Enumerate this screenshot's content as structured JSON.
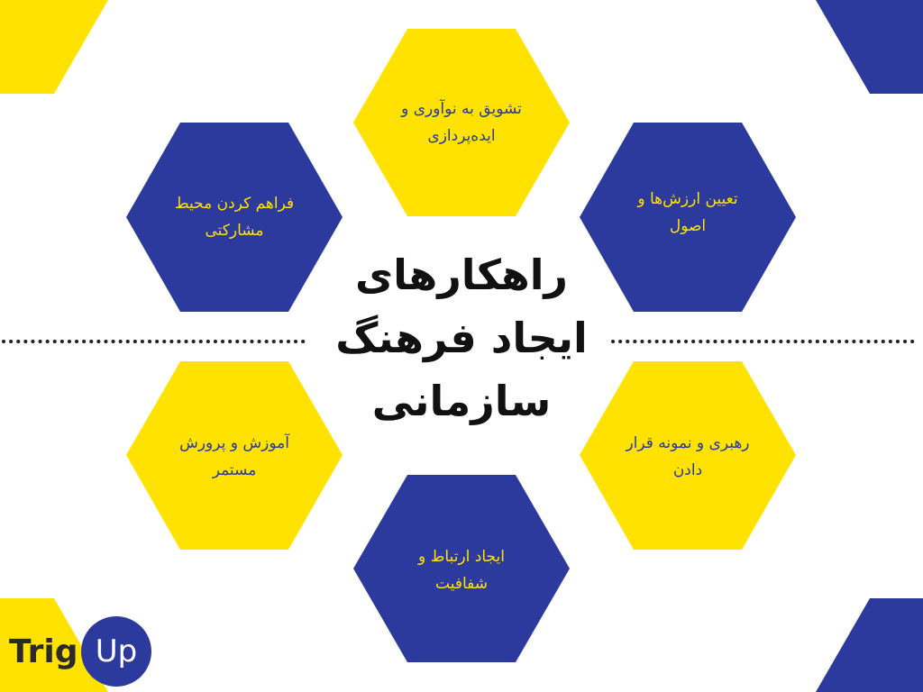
{
  "title_lines": [
    "راهکارهای",
    "ایجاد فرهنگ",
    "سازمانی"
  ],
  "hexagons": [
    {
      "lines": [
        "تشویق به نوآوری و",
        "ایده‌پردازی"
      ]
    },
    {
      "lines": [
        "فراهم کردن محیط",
        "مشارکتی"
      ]
    },
    {
      "lines": [
        "تعیین ارزش‌ها و",
        "اصول"
      ]
    },
    {
      "lines": [
        "آموزش و پرورش",
        "مستمر"
      ]
    },
    {
      "lines": [
        "رهبری و نمونه قرار",
        "دادن"
      ]
    },
    {
      "lines": [
        "ایجاد ارتباط و",
        "شفافیت"
      ]
    }
  ],
  "logo": {
    "text_left": "Trig",
    "text_right": "Up"
  },
  "colors": {
    "yellow": "#ffe200",
    "blue": "#2b3a9c",
    "title": "#111111",
    "dots": "#222222"
  }
}
